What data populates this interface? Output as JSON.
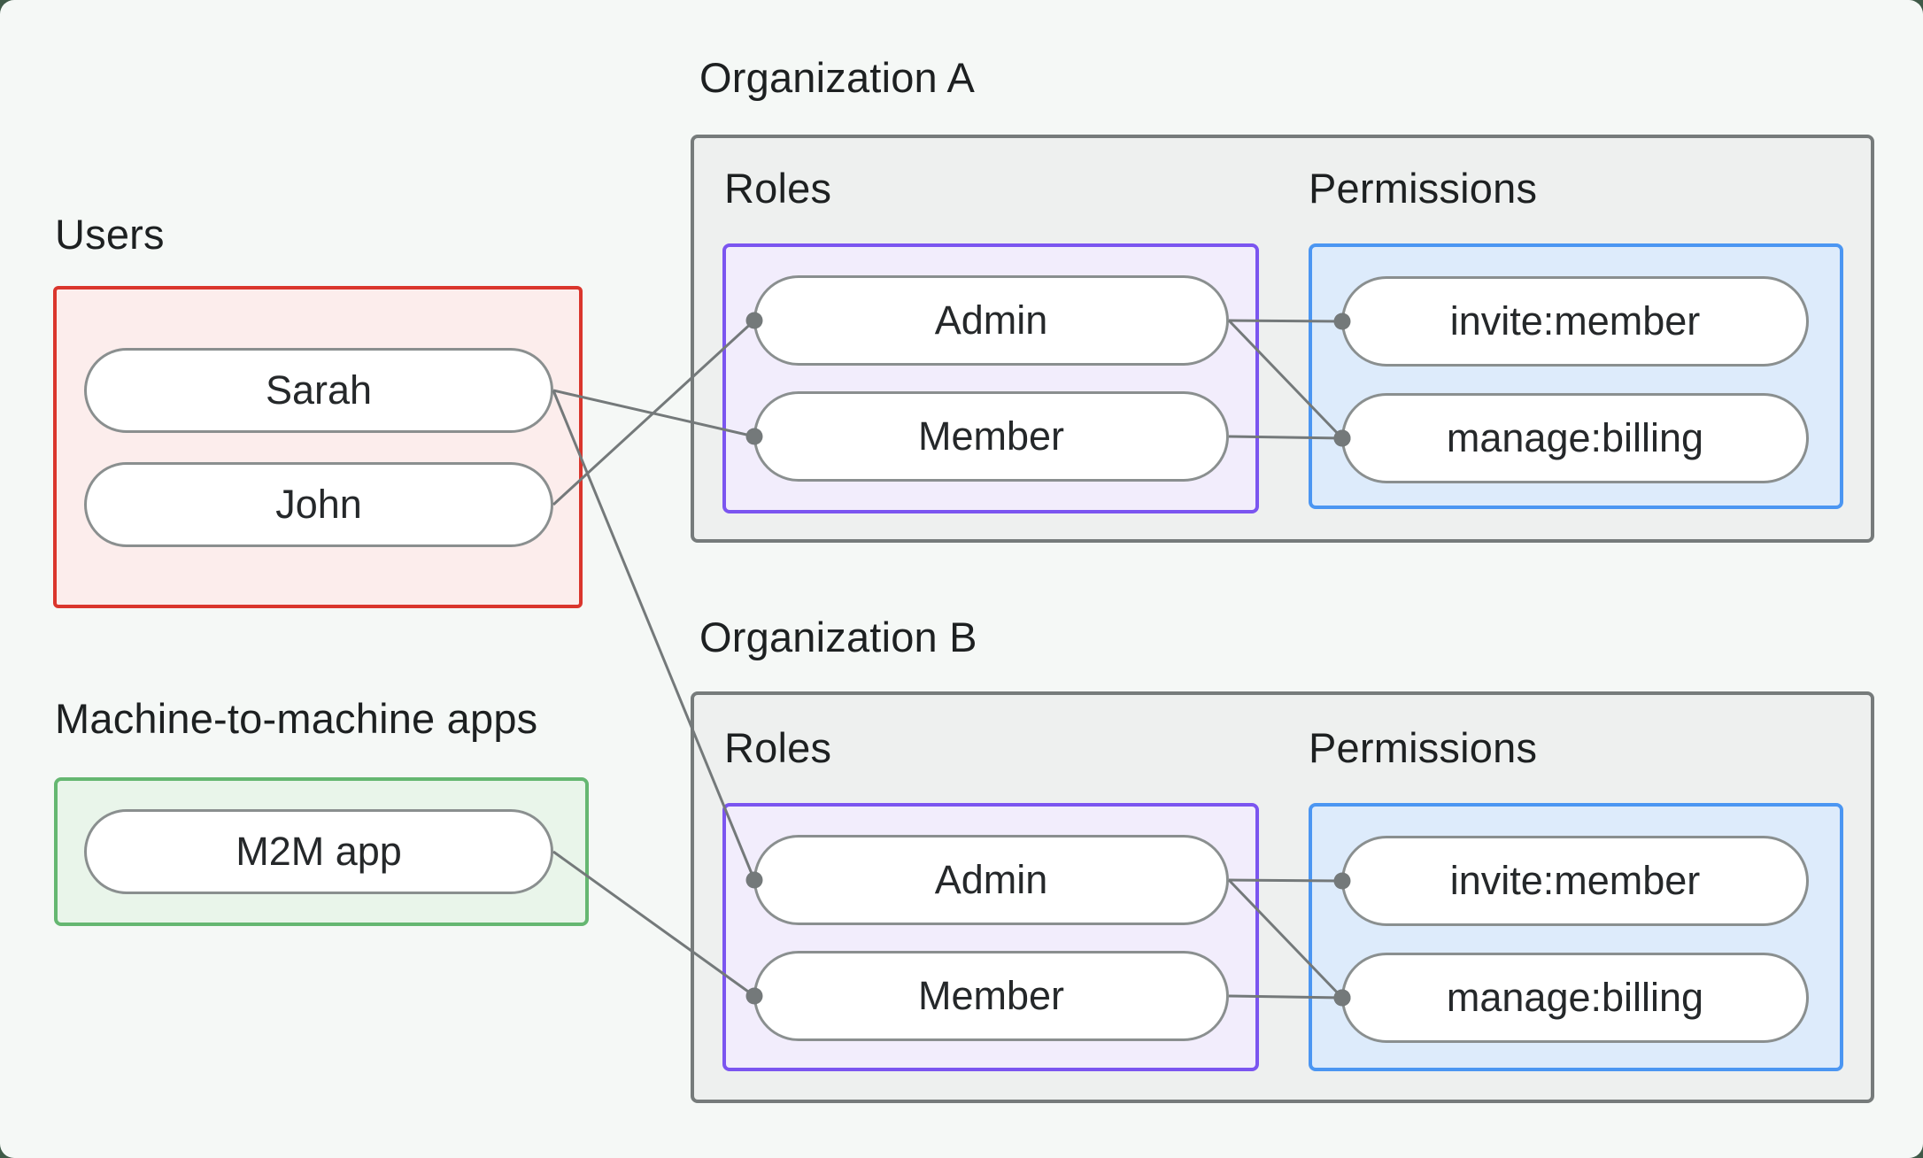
{
  "style": {
    "backdrop": "#3f5a48",
    "canvas_bg": "#f5f8f6",
    "org_box_fill": "#eef0ef",
    "org_box_border": "#767b7b",
    "users_border": "#da362d",
    "users_fill": "#fcedec",
    "m2m_border": "#65b771",
    "m2m_fill": "#e9f5ea",
    "roles_border": "#7b55f0",
    "roles_fill": "#f2edfc",
    "permissions_border": "#4b96f2",
    "permissions_fill": "#ddebfb",
    "pill_border": "#8a8f8f",
    "pill_fill": "#ffffff",
    "line_color": "#74797a",
    "heading_color": "#1d2021",
    "pill_text_color": "#25282a"
  },
  "users_group": {
    "label": "Users",
    "nodes": [
      {
        "id": "sarah",
        "label": "Sarah"
      },
      {
        "id": "john",
        "label": "John"
      }
    ]
  },
  "m2m_group": {
    "label": "Machine-to-machine apps",
    "nodes": [
      {
        "id": "m2m",
        "label": "M2M app"
      }
    ]
  },
  "organizations": [
    {
      "title": "Organization A",
      "roles_label": "Roles",
      "permissions_label": "Permissions",
      "roles": [
        {
          "id": "orgA-admin",
          "label": "Admin"
        },
        {
          "id": "orgA-member",
          "label": "Member"
        }
      ],
      "permissions": [
        {
          "id": "orgA-invite",
          "label": "invite:member"
        },
        {
          "id": "orgA-billing",
          "label": "manage:billing"
        }
      ]
    },
    {
      "title": "Organization B",
      "roles_label": "Roles",
      "permissions_label": "Permissions",
      "roles": [
        {
          "id": "orgB-admin",
          "label": "Admin"
        },
        {
          "id": "orgB-member",
          "label": "Member"
        }
      ],
      "permissions": [
        {
          "id": "orgB-invite",
          "label": "invite:member"
        },
        {
          "id": "orgB-billing",
          "label": "manage:billing"
        }
      ]
    }
  ],
  "connections": [
    {
      "from": "sarah",
      "to": "orgA-member"
    },
    {
      "from": "john",
      "to": "orgA-admin"
    },
    {
      "from": "sarah",
      "to": "orgB-admin"
    },
    {
      "from": "m2m",
      "to": "orgB-member"
    },
    {
      "from": "orgA-admin",
      "to": "orgA-invite"
    },
    {
      "from": "orgA-admin",
      "to": "orgA-billing"
    },
    {
      "from": "orgA-member",
      "to": "orgA-billing"
    },
    {
      "from": "orgB-admin",
      "to": "orgB-invite"
    },
    {
      "from": "orgB-admin",
      "to": "orgB-billing"
    },
    {
      "from": "orgB-member",
      "to": "orgB-billing"
    }
  ]
}
